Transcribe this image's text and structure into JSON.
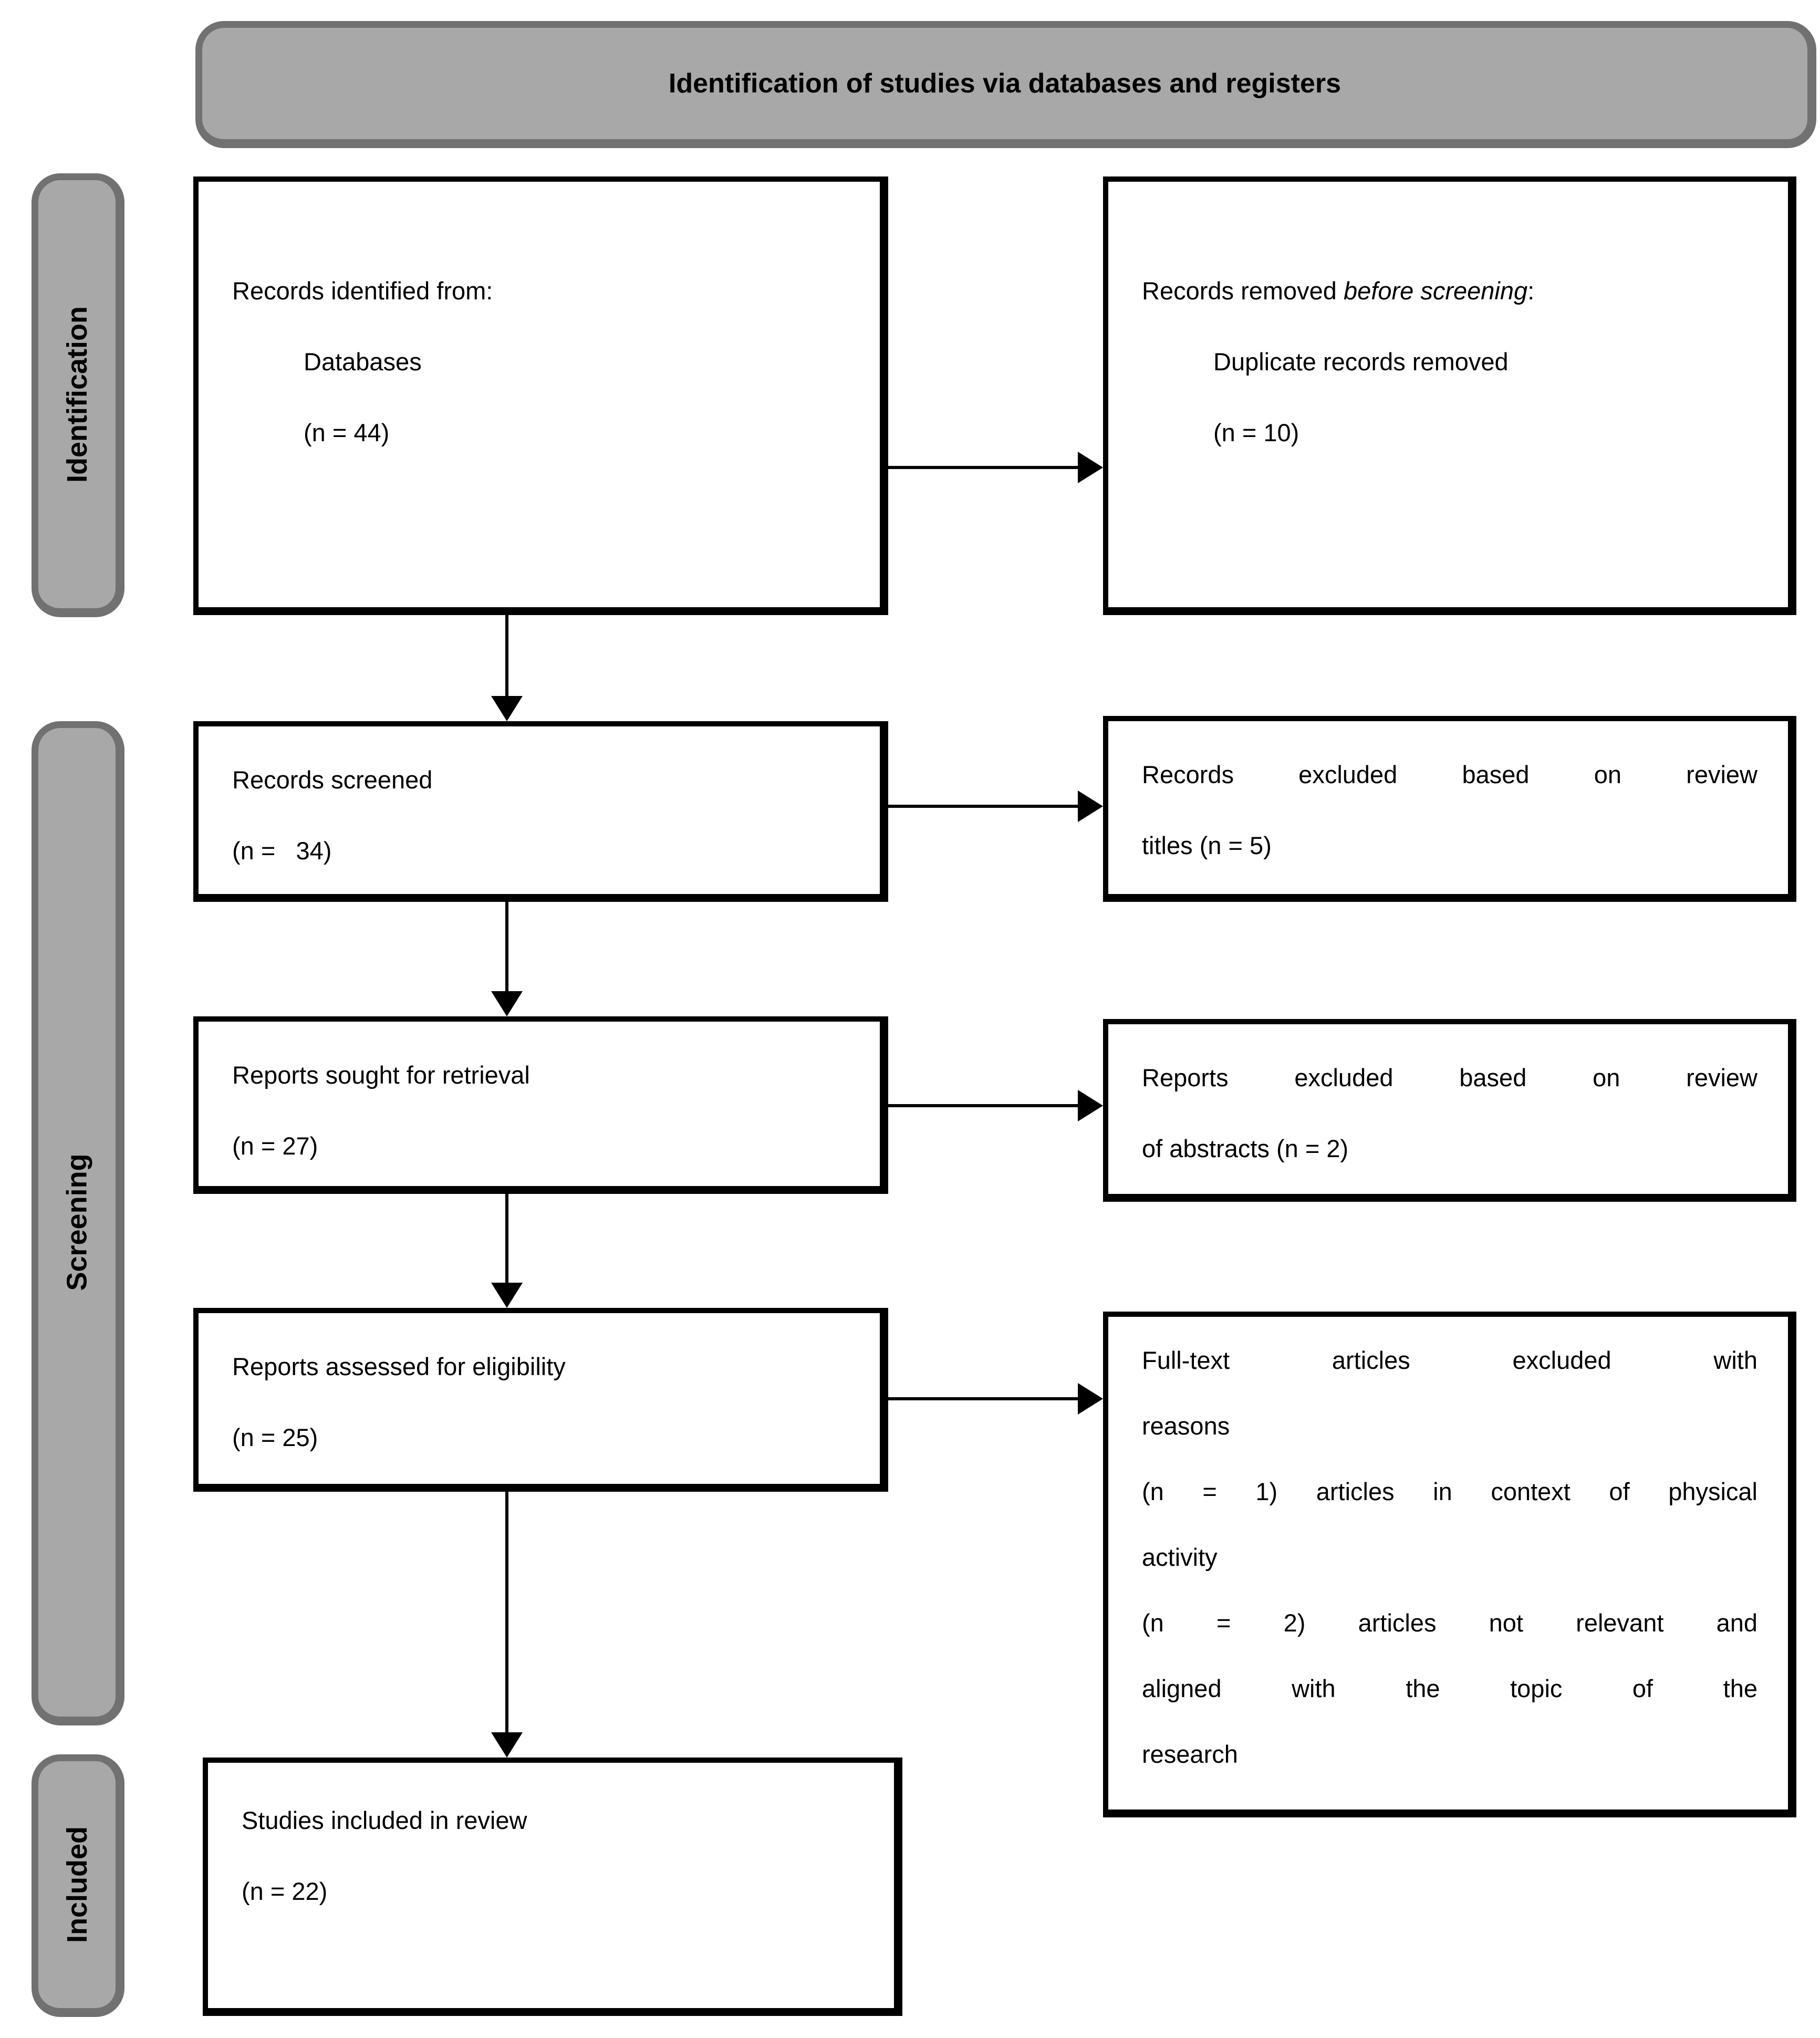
{
  "title": "Identification of studies via databases and registers",
  "stages": {
    "identification": "Identification",
    "screening": "Screening",
    "included": "Included"
  },
  "boxes": {
    "records_identified": {
      "lines": [
        "Records identified from:",
        "Databases",
        "(n = 44)"
      ]
    },
    "records_removed": {
      "line1_prefix": "Records removed ",
      "line1_italic": "before screening",
      "line1_suffix": ":",
      "lines": [
        "Duplicate records removed",
        "(n = 10)"
      ]
    },
    "records_screened": {
      "lines": [
        "Records screened",
        "(n =   34)"
      ]
    },
    "records_excluded_titles": {
      "lines": [
        "Records excluded based on review",
        "titles (n = 5)"
      ]
    },
    "reports_sought": {
      "lines": [
        "Reports sought for retrieval",
        "(n = 27)"
      ]
    },
    "reports_excluded_abstracts": {
      "lines": [
        "Reports excluded based on review",
        "of abstracts (n = 2)"
      ]
    },
    "reports_assessed": {
      "lines": [
        "Reports assessed for eligibility",
        "(n = 25)"
      ]
    },
    "fulltext_excluded": {
      "lines": [
        "Full-text articles excluded with",
        "reasons",
        "(n = 1) articles in context of physical",
        "activity",
        "(n = 2) articles not relevant and",
        "aligned with the topic of the",
        "research"
      ]
    },
    "studies_included": {
      "lines": [
        "Studies included in review",
        "(n = 22)"
      ]
    }
  },
  "colors": {
    "background": "#ffffff",
    "band_fill": "#a8a8a8",
    "band_border": "#717171",
    "box_fill": "#ffffff",
    "box_border": "#000000",
    "arrow": "#000000",
    "text": "#000000"
  }
}
